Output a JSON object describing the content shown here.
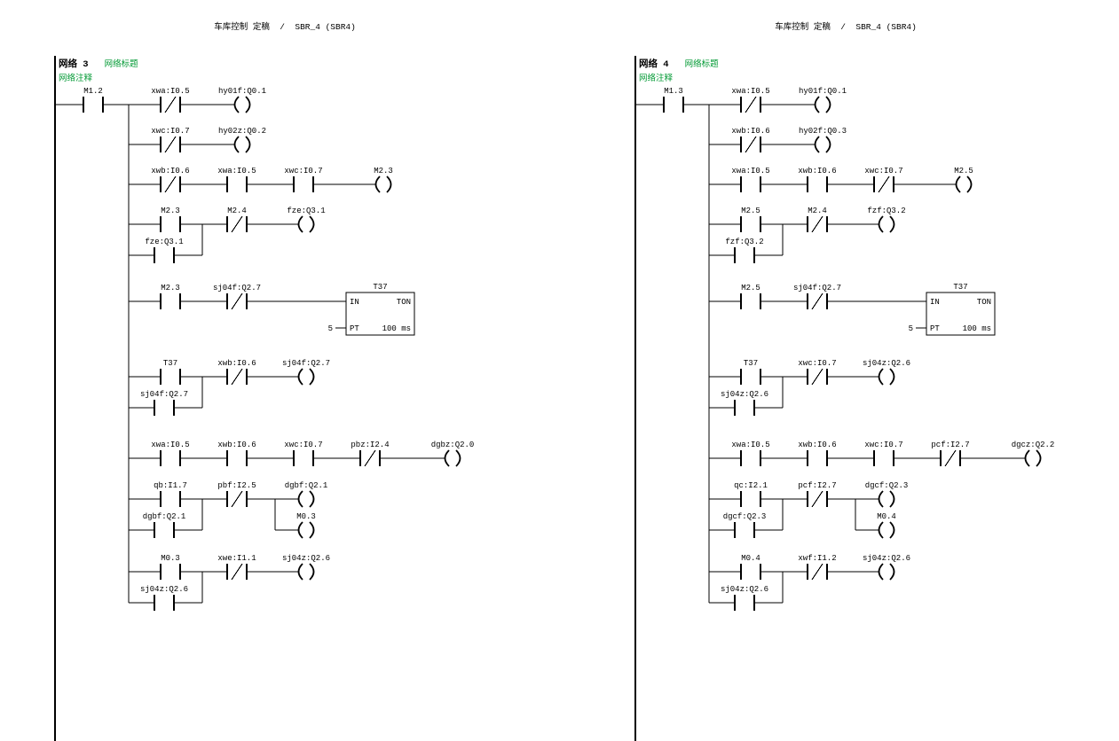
{
  "pages": [
    {
      "header": "车库控制 定稿  /  SBR_4 (SBR4)"
    },
    {
      "header": "车库控制 定稿  /  SBR_4 (SBR4)"
    }
  ],
  "colors": {
    "caption_green": "#009933",
    "ink": "#000000",
    "paper": "#ffffff"
  },
  "networks": [
    {
      "id": "network-3",
      "name": "网络 3",
      "title": "网络标题",
      "comment": "网络注释",
      "main_contact": "M1.2",
      "rungs": [
        {
          "contacts": [
            {
              "label": "xwa:I0.5",
              "nc": true
            }
          ],
          "coil": "hy01f:Q0.1"
        },
        {
          "contacts": [
            {
              "label": "xwc:I0.7",
              "nc": true
            }
          ],
          "coil": "hy02z:Q0.2"
        },
        {
          "contacts": [
            {
              "label": "xwb:I0.6",
              "nc": true
            },
            {
              "label": "xwa:I0.5"
            },
            {
              "label": "xwc:I0.7"
            }
          ],
          "coil": "M2.3"
        },
        {
          "contacts": [
            {
              "label": "M2.3"
            },
            {
              "label": "M2.4",
              "nc": true
            }
          ],
          "coil": "fze:Q3.1",
          "parallel": "fze:Q3.1"
        },
        {
          "contacts": [
            {
              "label": "M2.3"
            },
            {
              "label": "sj04f:Q2.7",
              "nc": true
            }
          ],
          "timer": {
            "name": "T37",
            "in_label": "IN",
            "type": "TON",
            "pt_label": "PT",
            "pt": "5",
            "unit": "100 ms"
          }
        },
        {
          "contacts": [
            {
              "label": "T37"
            },
            {
              "label": "xwb:I0.6",
              "nc": true
            }
          ],
          "coil": "sj04f:Q2.7",
          "parallel": "sj04f:Q2.7"
        },
        {
          "contacts": [
            {
              "label": "xwa:I0.5"
            },
            {
              "label": "xwb:I0.6"
            },
            {
              "label": "xwc:I0.7"
            },
            {
              "label": "pbz:I2.4",
              "nc": true
            }
          ],
          "coil": "dgbz:Q2.0"
        },
        {
          "contacts": [
            {
              "label": "qb:I1.7"
            },
            {
              "label": "pbf:I2.5",
              "nc": true
            }
          ],
          "coil": "dgbf:Q2.1",
          "parallel": "dgbf:Q2.1",
          "branch_coil": "M0.3"
        },
        {
          "contacts": [
            {
              "label": "M0.3"
            },
            {
              "label": "xwe:I1.1",
              "nc": true
            }
          ],
          "coil": "sj04z:Q2.6",
          "parallel": "sj04z:Q2.6"
        }
      ]
    },
    {
      "id": "network-4",
      "name": "网络 4",
      "title": "网络标题",
      "comment": "网络注释",
      "main_contact": "M1.3",
      "rungs": [
        {
          "contacts": [
            {
              "label": "xwa:I0.5",
              "nc": true
            }
          ],
          "coil": "hy01f:Q0.1"
        },
        {
          "contacts": [
            {
              "label": "xwb:I0.6",
              "nc": true
            }
          ],
          "coil": "hy02f:Q0.3"
        },
        {
          "contacts": [
            {
              "label": "xwa:I0.5"
            },
            {
              "label": "xwb:I0.6"
            },
            {
              "label": "xwc:I0.7",
              "nc": true
            }
          ],
          "coil": "M2.5"
        },
        {
          "contacts": [
            {
              "label": "M2.5"
            },
            {
              "label": "M2.4",
              "nc": true
            }
          ],
          "coil": "fzf:Q3.2",
          "parallel": "fzf:Q3.2"
        },
        {
          "contacts": [
            {
              "label": "M2.5"
            },
            {
              "label": "sj04f:Q2.7",
              "nc": true
            }
          ],
          "timer": {
            "name": "T37",
            "in_label": "IN",
            "type": "TON",
            "pt_label": "PT",
            "pt": "5",
            "unit": "100 ms"
          }
        },
        {
          "contacts": [
            {
              "label": "T37"
            },
            {
              "label": "xwc:I0.7",
              "nc": true
            }
          ],
          "coil": "sj04z:Q2.6",
          "parallel": "sj04z:Q2.6"
        },
        {
          "contacts": [
            {
              "label": "xwa:I0.5"
            },
            {
              "label": "xwb:I0.6"
            },
            {
              "label": "xwc:I0.7"
            },
            {
              "label": "pcf:I2.7",
              "nc": true
            }
          ],
          "coil": "dgcz:Q2.2"
        },
        {
          "contacts": [
            {
              "label": "qc:I2.1"
            },
            {
              "label": "pcf:I2.7",
              "nc": true
            }
          ],
          "coil": "dgcf:Q2.3",
          "parallel": "dgcf:Q2.3",
          "branch_coil": "M0.4"
        },
        {
          "contacts": [
            {
              "label": "M0.4"
            },
            {
              "label": "xwf:I1.2",
              "nc": true
            }
          ],
          "coil": "sj04z:Q2.6",
          "parallel": "sj04z:Q2.6"
        }
      ]
    }
  ]
}
